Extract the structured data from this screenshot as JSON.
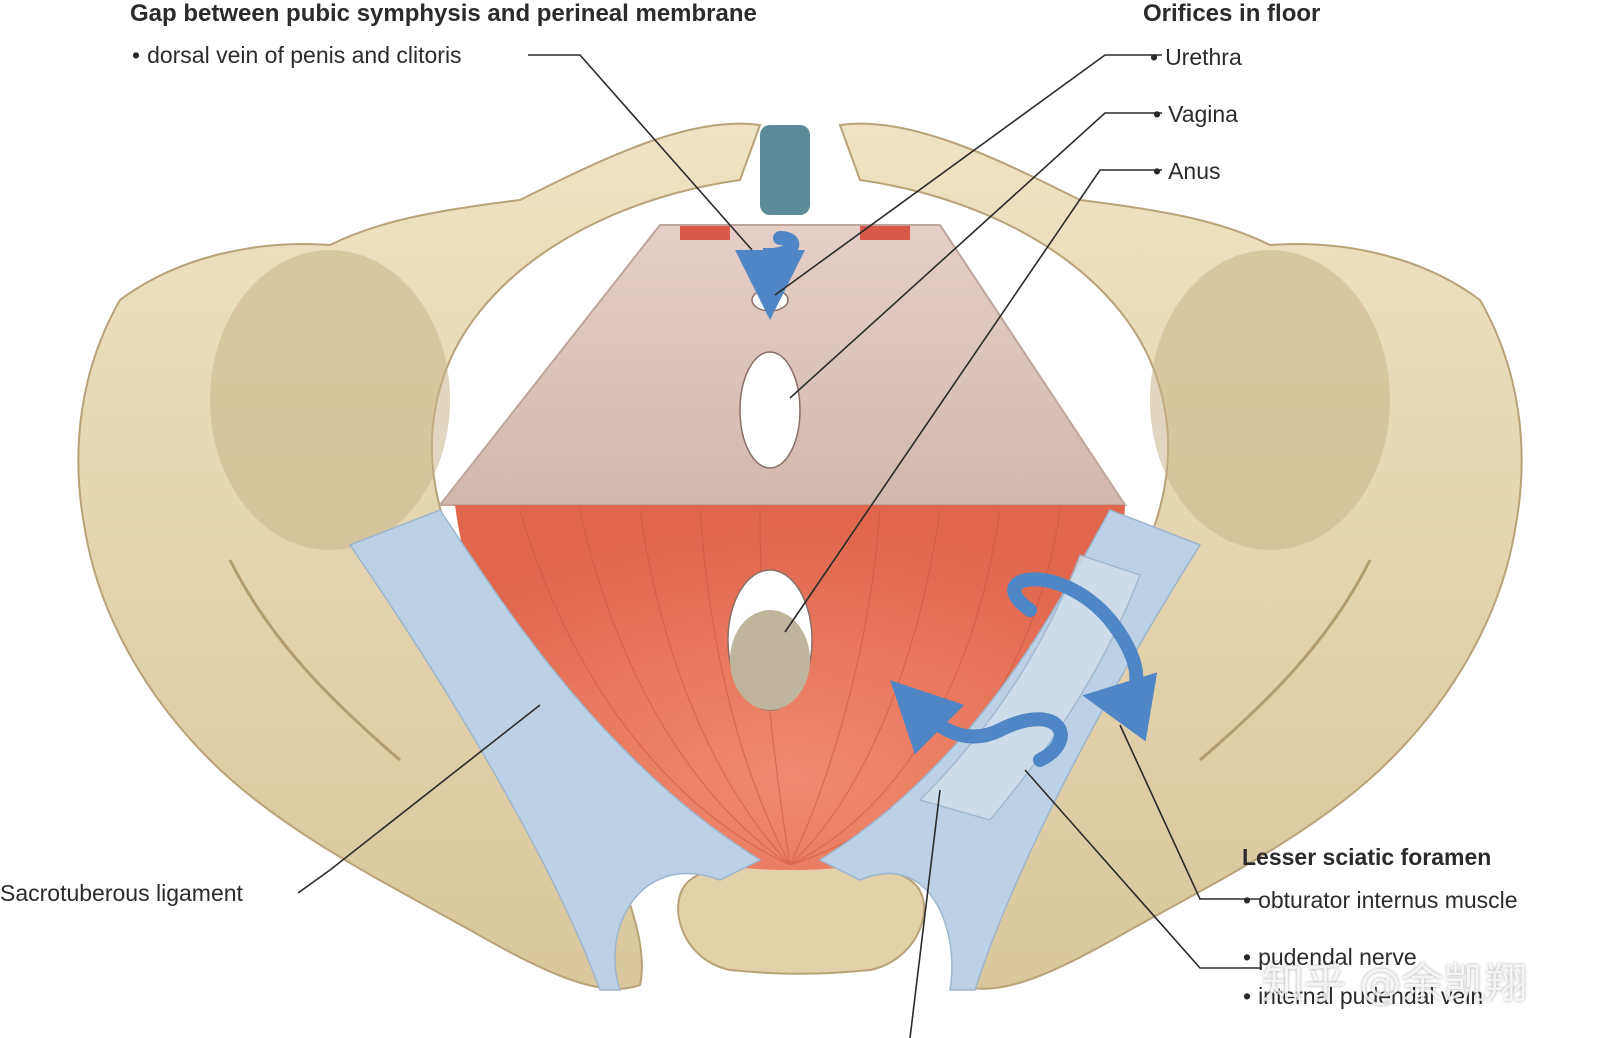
{
  "labels": {
    "gap_heading": "Gap between pubic symphysis and perineal membrane",
    "gap_item": "dorsal vein of penis and clitoris",
    "orifices_heading": "Orifices in floor",
    "orifice_urethra": "Urethra",
    "orifice_vagina": "Vagina",
    "orifice_anus": "Anus",
    "sacrotuberous": "Sacrotuberous ligament",
    "lesser_heading": "Lesser sciatic foramen",
    "lesser_item_1": "obturator internus muscle",
    "lesser_item_2": "pudendal nerve",
    "lesser_item_3": "internal pudendal vein"
  },
  "watermark": "知乎 @余凯翔",
  "colors": {
    "bone": "#e8d9b6",
    "bone_shadow": "#c9b48a",
    "membrane": "#dcc3bd",
    "muscle": "#e8735a",
    "ligament": "#b9cfe4",
    "arrow": "#4f86c6"
  }
}
